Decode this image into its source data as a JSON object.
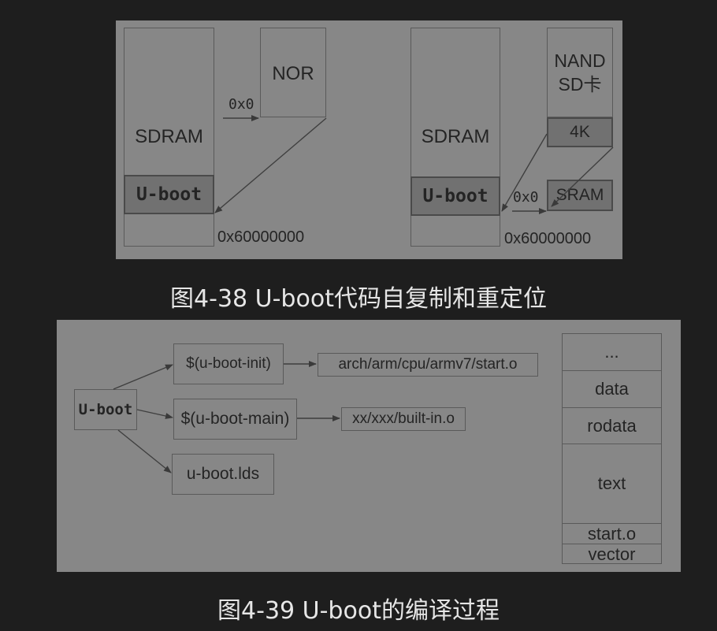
{
  "fig1": {
    "left": {
      "sdram": "SDRAM",
      "uboot": "U-boot",
      "nor": "NOR",
      "addr_src": "0x0",
      "addr_dst": "0x60000000"
    },
    "right": {
      "sdram": "SDRAM",
      "uboot": "U-boot",
      "nand": "NAND",
      "sd": "SD卡",
      "block_4k": "4K",
      "sram": "SRAM",
      "addr_src": "0x0",
      "addr_dst": "0x60000000"
    },
    "caption": "图4-38 U-boot代码自复制和重定位"
  },
  "fig2": {
    "root": "U-boot",
    "init": "$(u-boot-init)",
    "main": "$(u-boot-main)",
    "lds": "u-boot.lds",
    "start_obj": "arch/arm/cpu/armv7/start.o",
    "builtin_obj": "xx/xxx/built-in.o",
    "sections": [
      "...",
      "data",
      "rodata",
      "text",
      "start.o",
      "vector"
    ],
    "caption": "图4-39 U-boot的编译过程"
  }
}
